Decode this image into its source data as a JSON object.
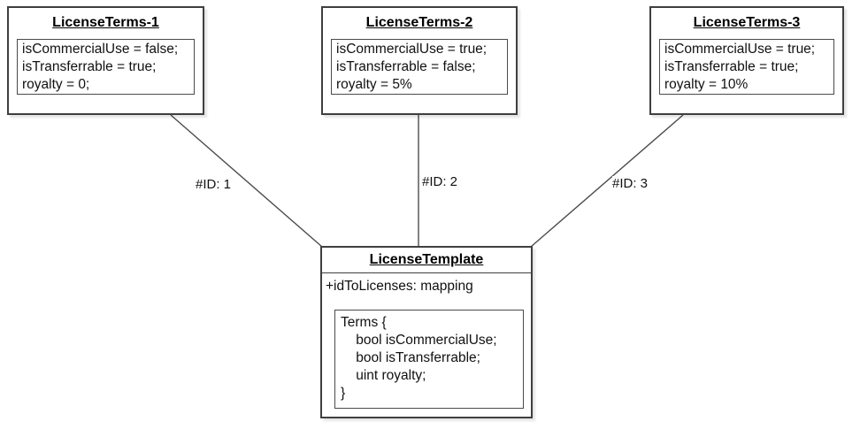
{
  "diagram": {
    "nodes": [
      {
        "title": "LicenseTerms-1",
        "attributes": [
          "isCommercialUse = false;",
          "isTransferrable = true;",
          "royalty = 0;"
        ]
      },
      {
        "title": "LicenseTerms-2",
        "attributes": [
          "isCommercialUse = true;",
          "isTransferrable = false;",
          "royalty = 5%"
        ]
      },
      {
        "title": "LicenseTerms-3",
        "attributes": [
          "isCommercialUse = true;",
          "isTransferrable = true;",
          "royalty = 10%"
        ]
      }
    ],
    "edges": [
      {
        "label": "#ID: 1"
      },
      {
        "label": "#ID: 2"
      },
      {
        "label": "#ID: 3"
      }
    ],
    "template": {
      "title": "LicenseTemplate",
      "field": "+idToLicenses: mapping",
      "struct": [
        "Terms {",
        "    bool isCommercialUse;",
        "    bool isTransferrable;",
        "    uint royalty;",
        "}"
      ]
    },
    "colors": {
      "node_border": "#3f3f3f",
      "inner_border": "#4a4a4a",
      "connector": "#4d4d4d",
      "text": "#111111",
      "background": "#ffffff"
    }
  }
}
